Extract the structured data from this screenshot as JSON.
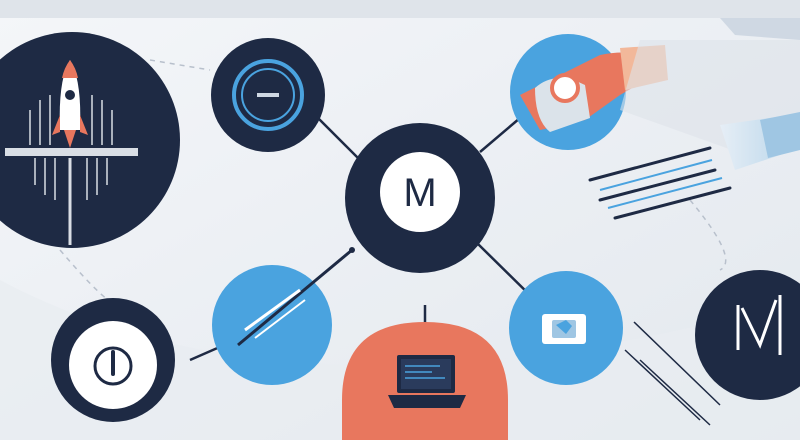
{
  "illustration": {
    "logo_letter": "M",
    "colors": {
      "background": "#eef1f5",
      "navy": "#1e2a44",
      "sky_blue": "#4aa3df",
      "coral": "#e8775e",
      "white": "#ffffff",
      "grey_line": "#b8c0cc"
    },
    "nodes": [
      {
        "name": "rocket-launch-node",
        "icon": "rocket-icon"
      },
      {
        "name": "target-node",
        "icon": "target-icon"
      },
      {
        "name": "hand-touch-node",
        "icon": "hand-tap-icon"
      },
      {
        "name": "center-logo-node",
        "icon": "m-logo-icon"
      },
      {
        "name": "pen-stylus-node",
        "icon": "stylus-icon"
      },
      {
        "name": "power-node",
        "icon": "power-icon"
      },
      {
        "name": "pencil-node",
        "icon": "pencil-icon"
      },
      {
        "name": "laptop-node",
        "icon": "laptop-icon"
      },
      {
        "name": "folder-node",
        "icon": "folder-icon"
      },
      {
        "name": "v-logo-node",
        "icon": "v-logo-icon"
      }
    ]
  }
}
